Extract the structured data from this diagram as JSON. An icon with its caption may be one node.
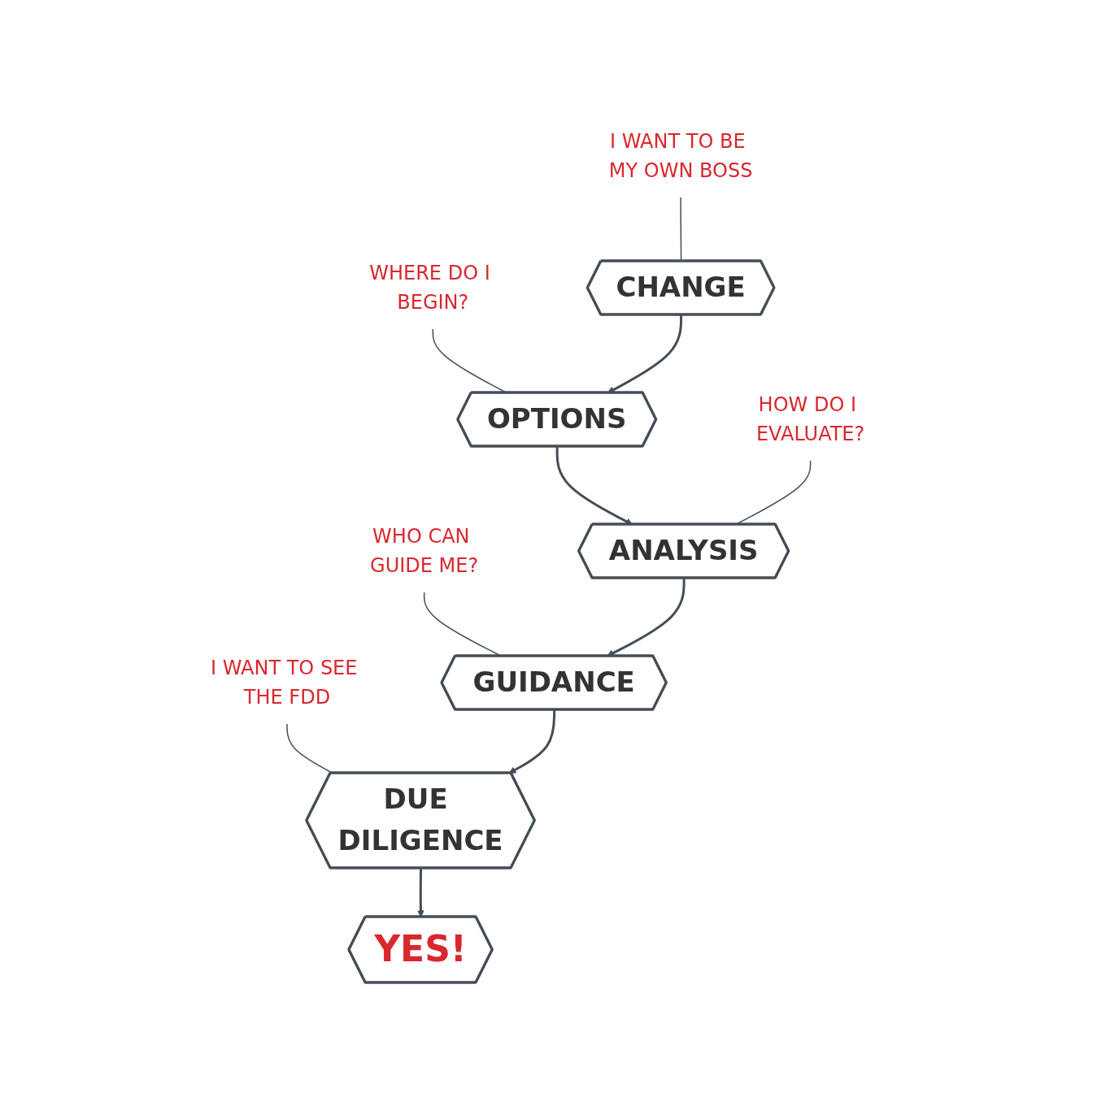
{
  "diagram": {
    "nodes": [
      {
        "text": [
          "I WANT TO BE MY OWN BOSS"
        ]
      },
      {
        "text": [
          "WHERE DO I BEGIN?"
        ]
      },
      {
        "text": [
          "CHANGE"
        ]
      },
      {
        "text": [
          "OPTIONS"
        ]
      },
      {
        "text": [
          "WHO CAN GUIDE ME?"
        ]
      },
      {
        "text": [
          "HOW DO I EVALUATE?"
        ]
      },
      {
        "text": [
          "GUIDANCE"
        ]
      },
      {
        "text": [
          "ANALYSIS"
        ]
      },
      {
        "text": [
          "I WANT TO SEE THE FDD"
        ]
      },
      {
        "text": [
          "DUE DILIGENCE"
        ]
      },
      {
        "text": [
          "YES!"
        ]
      }
    ],
    "edges": [
      {
        "from": 0,
        "to": 2,
        "arrow": "none"
      },
      {
        "from": 1,
        "to": 3,
        "arrow": "none"
      },
      {
        "from": 2,
        "to": 3,
        "arrow": "to"
      },
      {
        "from": 3,
        "to": 7,
        "arrow": "to"
      },
      {
        "from": 4,
        "to": 6,
        "arrow": "none"
      },
      {
        "from": 5,
        "to": 7,
        "arrow": "none"
      },
      {
        "from": 7,
        "to": 6,
        "arrow": "to"
      },
      {
        "from": 8,
        "to": 9,
        "arrow": "none"
      },
      {
        "from": 6,
        "to": 9,
        "arrow": "to"
      },
      {
        "from": 9,
        "to": 10,
        "arrow": "to"
      }
    ]
  }
}
